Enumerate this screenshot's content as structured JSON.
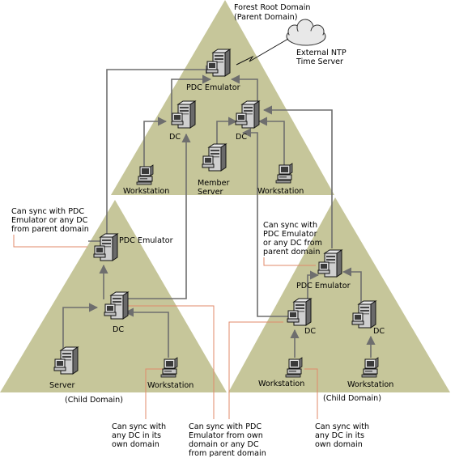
{
  "parent_domain": {
    "title_line1": "Forest Root Domain",
    "title_line2": "(Parent Domain)",
    "pdc_label": "PDC Emulator",
    "dc_left_label": "DC",
    "dc_right_label": "DC",
    "member_server_line1": "Member",
    "member_server_line2": "Server",
    "workstation_left_label": "Workstation",
    "workstation_right_label": "Workstation"
  },
  "ntp": {
    "line1": "External NTP",
    "line2": "Time Server"
  },
  "child_left": {
    "caption": "(Child Domain)",
    "pdc_label": "PDC Emulator",
    "dc_label": "DC",
    "server_label": "Server",
    "workstation_label": "Workstation"
  },
  "child_right": {
    "caption": "(Child Domain)",
    "pdc_label": "PDC Emulator",
    "dc_left_label": "DC",
    "dc_right_label": "DC",
    "workstation_left_label": "Workstation",
    "workstation_right_label": "Workstation"
  },
  "callouts": {
    "left_pdc": [
      "Can sync with PDC",
      "Emulator or any DC",
      "from parent domain"
    ],
    "right_pdc": [
      "Can sync with",
      "PDC Emulator",
      "or any DC from",
      "parent domain"
    ],
    "left_workstation": [
      "Can sync with",
      "any DC in its",
      "own domain"
    ],
    "center_dc": [
      "Can sync with PDC",
      "Emulator from own",
      "domain or any DC",
      "from parent domain"
    ],
    "right_workstation": [
      "Can sync with",
      "any DC in its",
      "own domain"
    ]
  },
  "colors": {
    "domain_fill": "#c6c69a",
    "connector": "#6e6e6e",
    "callout_line": "#e0896a"
  }
}
